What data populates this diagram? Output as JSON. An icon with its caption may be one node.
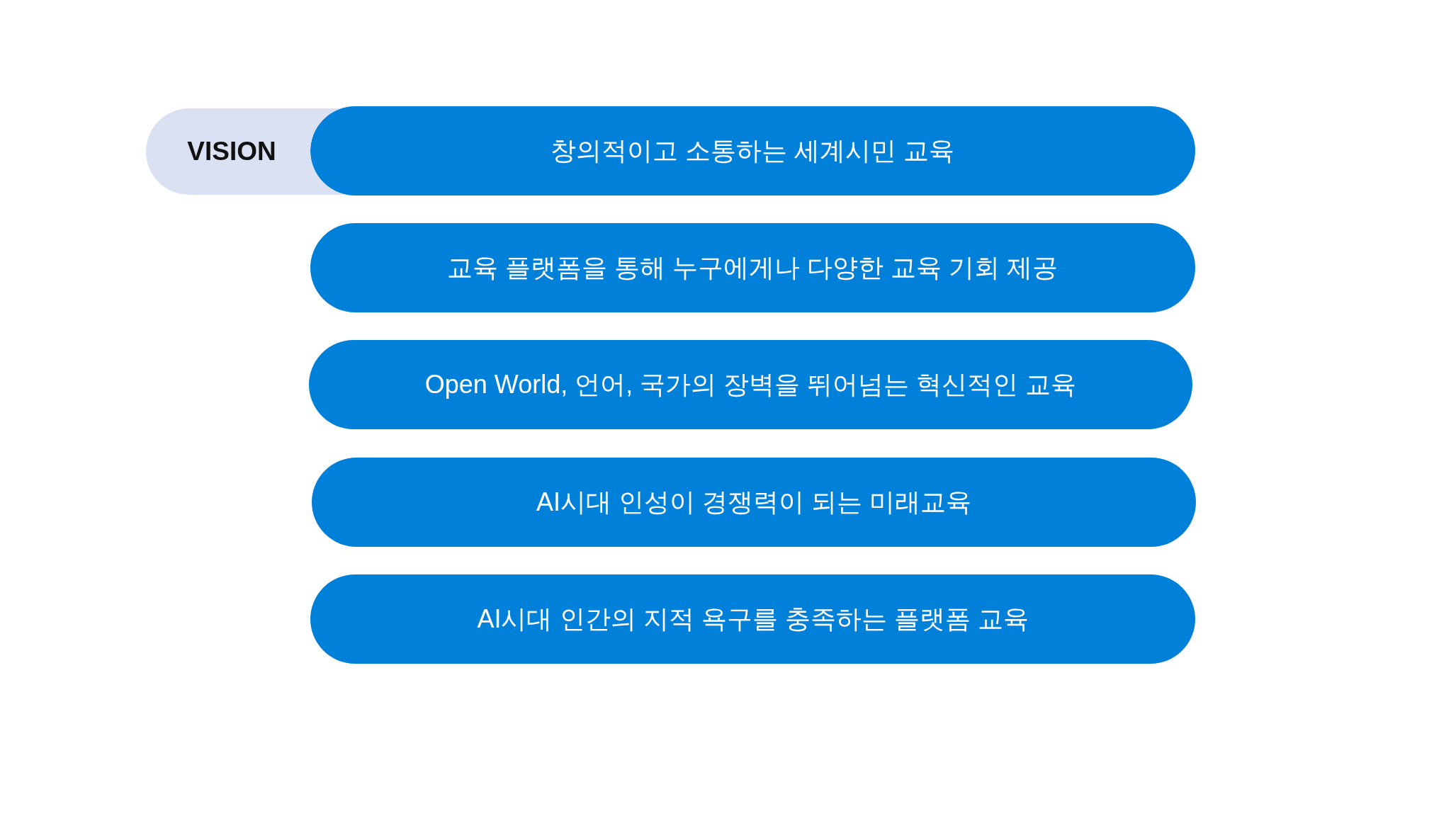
{
  "diagram": {
    "nodes": [
      {
        "text": [
          "VISION"
        ]
      },
      {
        "text": [
          "창의적이고 소통하는 세계시민 교육"
        ]
      },
      {
        "text": [
          "교육 플랫폼을 통해 누구에게나 다양한 교육 기회 제공"
        ]
      },
      {
        "text": [
          "Open World, 언어, 국가의 장벽을 뛰어넘는 혁신적인 교육"
        ]
      },
      {
        "text": [
          "AI시대 인성이 경쟁력이 되는 미래교육"
        ]
      },
      {
        "text": [
          "AI시대 인간의 지적 욕구를 충족하는 플랫폼 교육"
        ]
      }
    ]
  }
}
